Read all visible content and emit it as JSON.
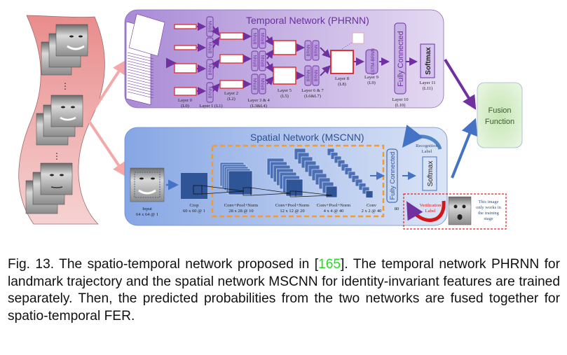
{
  "figure": {
    "input_strip": {
      "ellipsis": [
        "⋮",
        "⋮"
      ],
      "frames": [
        "smiling-face-sequence-start",
        "smiling-face-sequence-middle",
        "neutral-face-sequence-end"
      ]
    },
    "temporal_network": {
      "title": "Temporal Network (PHRNN)",
      "brnn_label": "BRNN",
      "lstm_label": "LSTM-BRNN",
      "fc_label": "Fully Connected",
      "softmax_label": "Softmax",
      "layers": [
        {
          "name": "Layer 0",
          "id": "(L0)"
        },
        {
          "name": "Layer 1 (L1)",
          "id": ""
        },
        {
          "name": "Layer 2",
          "id": "(L2)"
        },
        {
          "name": "Layer 3 & 4",
          "id": "(L3&L4)"
        },
        {
          "name": "Layer 5",
          "id": "(L5)"
        },
        {
          "name": "Layer 6 & 7",
          "id": "(L6&L7)"
        },
        {
          "name": "Layer 8",
          "id": "(L8)"
        },
        {
          "name": "Layer 9",
          "id": "(L9)"
        },
        {
          "name": "Layer 10",
          "id": "(L10)"
        },
        {
          "name": "Layer 11",
          "id": "(L11)"
        }
      ],
      "colors": {
        "panel": "#b79ad9",
        "accent": "#7030a0",
        "highlight": "#e02020"
      }
    },
    "spatial_network": {
      "title": "Spatial Network (MSCNN)",
      "stages": [
        {
          "name": "Input",
          "dims": "64 x 64 @ 1"
        },
        {
          "name": "Crop",
          "dims": "60 x 60 @ 1"
        },
        {
          "name": "Conv+Pool+Norm",
          "dims": "28 x 28 @ 10"
        },
        {
          "name": "Conv+Pool+Norm",
          "dims": "12 x 12 @ 20"
        },
        {
          "name": "Conv+Pool+Norm",
          "dims": "4 x 4 @ 40"
        },
        {
          "name": "Conv",
          "dims": "2 x 2 @ 40"
        }
      ],
      "fc_label": "Fully Connected",
      "fc_dims": "80",
      "softmax_label": "Softmax",
      "recognition_label": [
        "Recognition",
        "Label"
      ],
      "verification_label": [
        "Verification",
        "Label"
      ],
      "training_note": [
        "This image",
        "only works in",
        "the training",
        "stage"
      ],
      "colors": {
        "panel": "#9db6ea",
        "accent": "#2f5597",
        "dashed": "#f59a2e",
        "verify": "#e02020"
      }
    },
    "fusion": {
      "label": [
        "Fusion",
        "Function"
      ],
      "colors": {
        "fill": "#d4ecc8",
        "text": "#3c5a30"
      }
    }
  },
  "caption": {
    "prefix": "Fig. 13. The spatio-temporal network proposed in [",
    "ref": "165",
    "suffix": "]. The temporal network PHRNN for landmark trajectory and the spatial network MSCNN for identity-invariant features are trained separately. Then, the predicted probabilities from the two networks are fused together for spatio-temporal FER."
  }
}
